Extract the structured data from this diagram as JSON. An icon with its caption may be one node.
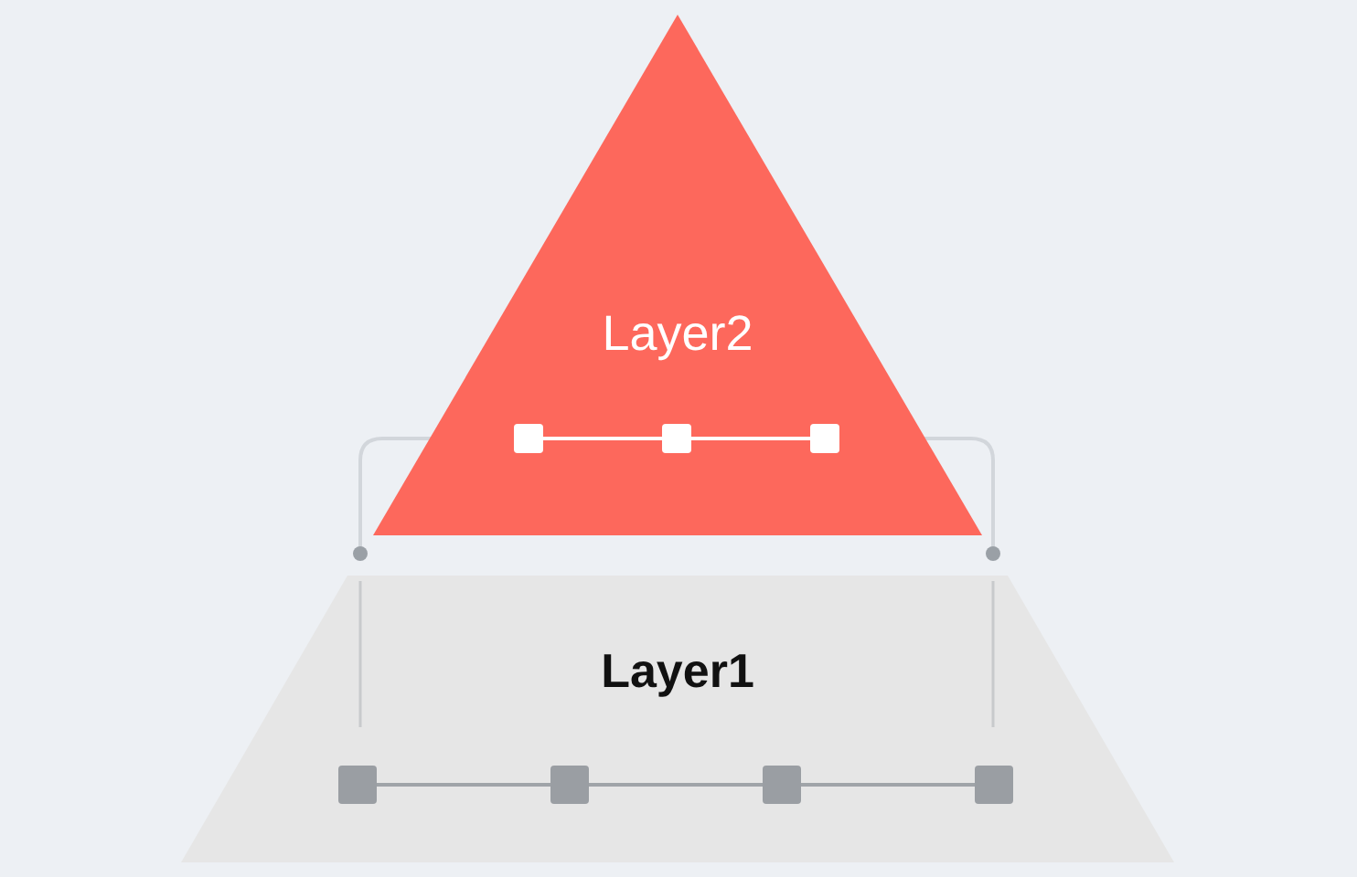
{
  "diagram": {
    "nodes": [
      {
        "text": [
          "Layer2"
        ]
      },
      {
        "text": [],
        "shape": "box",
        "in": 0
      },
      {
        "text": [],
        "shape": "box",
        "in": 0
      },
      {
        "text": [],
        "shape": "box",
        "in": 0
      },
      {
        "text": [
          "Layer1"
        ]
      },
      {
        "text": [],
        "shape": "box",
        "in": 4
      },
      {
        "text": [],
        "shape": "box",
        "in": 4
      },
      {
        "text": [],
        "shape": "box",
        "in": 4
      },
      {
        "text": [],
        "shape": "box",
        "in": 4
      }
    ],
    "edges": [
      {
        "from": 1,
        "to": 2,
        "arrow": "none",
        "color": "#ffffff"
      },
      {
        "from": 2,
        "to": 3,
        "arrow": "none",
        "color": "#ffffff"
      },
      {
        "from": 5,
        "to": 6,
        "arrow": "none"
      },
      {
        "from": 6,
        "to": 7,
        "arrow": "none"
      },
      {
        "from": 7,
        "to": 8,
        "arrow": "none"
      }
    ]
  }
}
